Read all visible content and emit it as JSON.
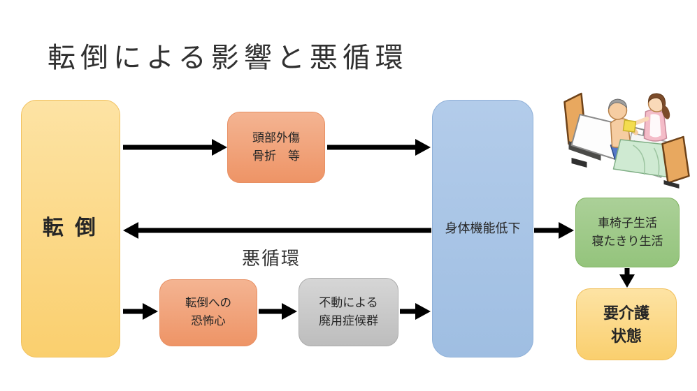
{
  "title": "転倒による影響と悪循環",
  "cycle_label": "悪循環",
  "nodes": {
    "fall": {
      "label": "転 倒"
    },
    "injury": {
      "line1": "頭部外傷",
      "line2": "骨折　等"
    },
    "decline": {
      "label": "身体機能低下"
    },
    "fear": {
      "line1": "転倒への",
      "line2": "恐怖心"
    },
    "disuse": {
      "line1": "不動による",
      "line2": "廃用症候群"
    },
    "wheelchair": {
      "line1": "車椅子生活",
      "line2": "寝たきり生活"
    },
    "care": {
      "line1": "要介護",
      "line2": "状態"
    }
  },
  "illustration": {
    "name": "elderly-care-bed-illustration"
  },
  "colors": {
    "fall-top": "#FDE3A4",
    "fall-bottom": "#FACF6E",
    "fall-border": "#F1C05C",
    "salmon-top": "#F4B492",
    "salmon-bottom": "#EE9466",
    "salmon-border": "#E78F63",
    "blue-top": "#B3CCEA",
    "blue-bottom": "#9FBEE2",
    "blue-border": "#8FB0D8",
    "gray-top": "#D6D6D6",
    "gray-bottom": "#BDBDBD",
    "gray-border": "#ACACAC",
    "green-top": "#ABD098",
    "green-bottom": "#94C47C",
    "green-border": "#7FB35F",
    "arrow": "#000000"
  }
}
